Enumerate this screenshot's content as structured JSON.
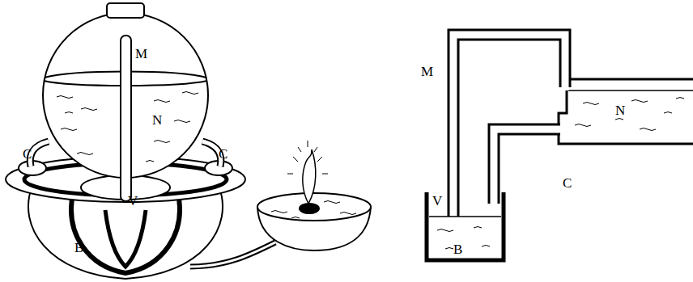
{
  "diagram": {
    "labels": [
      "M",
      "N",
      "C",
      "C",
      "V",
      "B",
      "M",
      "N",
      "V",
      "B",
      "C"
    ]
  }
}
